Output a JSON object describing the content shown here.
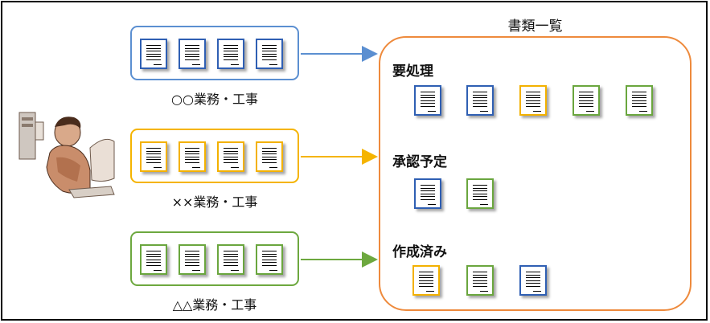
{
  "colors": {
    "blue": "#5b8fd1",
    "yellow": "#f5b400",
    "green": "#6da83f",
    "orange": "#ee8a3c",
    "docBlue": "#2f5fb3",
    "docYellow": "#f3b100",
    "docGreen": "#6aa63e"
  },
  "groups": [
    {
      "label": "○○業務・工事",
      "color": "blue",
      "icon": "document-icon"
    },
    {
      "label": "××業務・工事",
      "color": "yellow",
      "icon": "document-icon"
    },
    {
      "label": "△△業務・工事",
      "color": "green",
      "icon": "document-icon"
    }
  ],
  "worker_icon": "person-at-computer-icon",
  "list": {
    "title": "書類一覧",
    "sections": [
      {
        "label": "要処理",
        "docs": [
          "blue",
          "blue",
          "yellow",
          "green",
          "green"
        ]
      },
      {
        "label": "承認予定",
        "docs": [
          "blue",
          "green"
        ]
      },
      {
        "label": "作成済み",
        "docs": [
          "yellow",
          "green",
          "blue"
        ]
      }
    ]
  }
}
